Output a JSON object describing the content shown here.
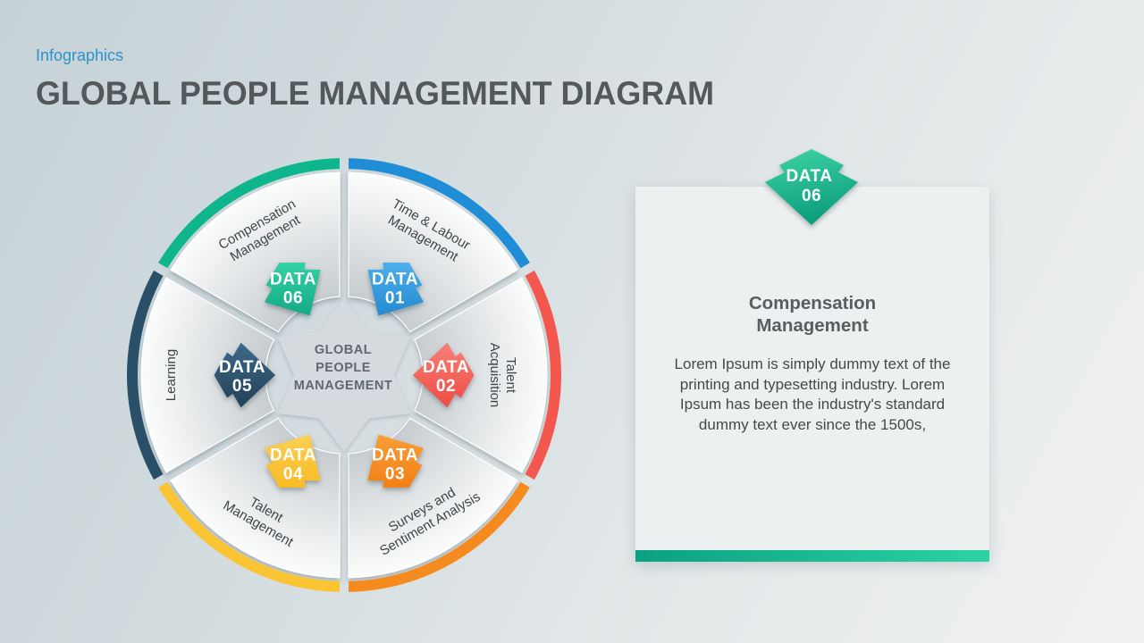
{
  "header": {
    "eyebrow": "Infographics",
    "title": "GLOBAL PEOPLE MANAGEMENT DIAGRAM",
    "accent_color": "#2e93cc"
  },
  "diagram": {
    "center": [
      "GLOBAL",
      "PEOPLE",
      "MANAGEMENT"
    ],
    "segments": [
      {
        "badge_line1": "DATA",
        "badge_line2": "01",
        "label": [
          "Time & Labour",
          "Management"
        ],
        "arc_color": "#1f8ed6",
        "grad": [
          "#53b4ee",
          "#1b84cc"
        ]
      },
      {
        "badge_line1": "DATA",
        "badge_line2": "02",
        "label": [
          "Talent",
          "Acquisition"
        ],
        "arc_color": "#f4574e",
        "grad": [
          "#f8837a",
          "#ef4840"
        ]
      },
      {
        "badge_line1": "DATA",
        "badge_line2": "03",
        "label": [
          "Surveys and",
          "Sentiment Analysis"
        ],
        "arc_color": "#f58b1f",
        "grad": [
          "#faa43c",
          "#f07c12"
        ]
      },
      {
        "badge_line1": "DATA",
        "badge_line2": "04",
        "label": [
          "Talent",
          "Management"
        ],
        "arc_color": "#fbc433",
        "grad": [
          "#fdd35e",
          "#f7b81c"
        ]
      },
      {
        "badge_line1": "DATA",
        "badge_line2": "05",
        "label": [
          "Learning"
        ],
        "arc_color": "#2a5069",
        "grad": [
          "#3d6c8c",
          "#223f53"
        ]
      },
      {
        "badge_line1": "DATA",
        "badge_line2": "06",
        "label": [
          "Compensation",
          "Management"
        ],
        "arc_color": "#0fb68d",
        "grad": [
          "#38d8a6",
          "#0da182"
        ]
      }
    ]
  },
  "card": {
    "badge_line1": "DATA",
    "badge_line2": "06",
    "badge_grad": [
      "#3ed4a4",
      "#0d9e7e"
    ],
    "title": [
      "Compensation",
      "Management"
    ],
    "body": "Lorem Ipsum is simply dummy text of the printing and typesetting industry. Lorem Ipsum has been the industry's standard dummy text ever since the 1500s,",
    "accent": [
      "#0aa182",
      "#2bd3a4"
    ]
  }
}
